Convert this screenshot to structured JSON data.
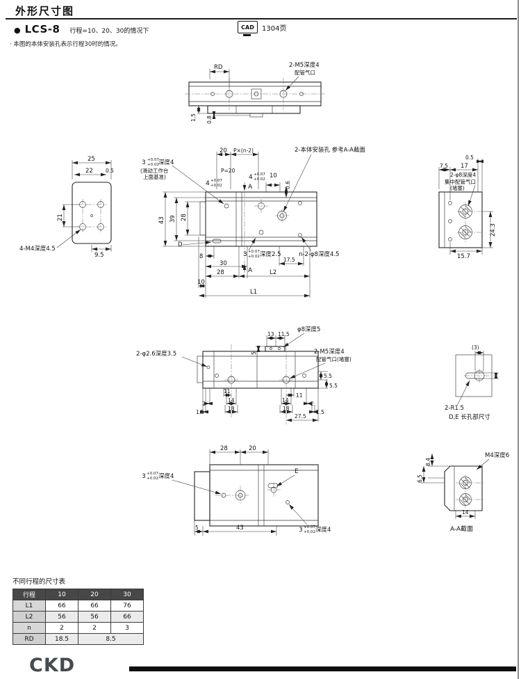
{
  "header": {
    "title": "外形尺寸图",
    "bullet": "●",
    "model": "LCS-8",
    "stroke_note": "行程=10、20、30的情况下",
    "cad": "CAD",
    "cad_page": "1304页",
    "note": "· 本图的本体安装孔表示行程30时的情况。"
  },
  "d1": {
    "rd": "RD",
    "c1": "2-M5深度4",
    "c2": "配管气口",
    "v15": "1.5",
    "v08": "0.8"
  },
  "d2": {
    "v25": "25",
    "v22": "22",
    "v05": "0.5",
    "v21": "21",
    "callout": "4-M4深度4.5",
    "v95": "9.5"
  },
  "d3": {
    "v20": "20",
    "pitch": "P×(n-2)",
    "t1n": "3",
    "t1a": "+0.07",
    "t1b": "+0.02",
    "t1s": "深度4",
    "basis1": "(滑动工作台",
    "basis2": "上面基准)",
    "p20": "P=20",
    "t2n": "4",
    "t2a": "+0.07",
    "t2b": "+0.02",
    "t3n": "4",
    "t3a": "+0.07",
    "t3b": "+0.02",
    "v10t": "10",
    "v06": "0.6",
    "a": "A",
    "v43": "43",
    "v39": "39",
    "v28": "28",
    "vD": "D",
    "v8": "8",
    "t4n": "3",
    "t4a": "+0.07",
    "t4b": "+0.02",
    "t4s": "深度2.5",
    "v175": "17.5",
    "v30": "30",
    "v28b": "28",
    "l2": "L2",
    "v10b": "10",
    "l1": "L1",
    "mount": "2-本体安装孔 参考A-A截面",
    "ncall": "n-2-φ8深度4.5"
  },
  "d4": {
    "v05": "0.5",
    "v75": "7.5",
    "v17": "17",
    "c1": "2-φ8深度4",
    "c2": "集中配管气口",
    "c3": "(堵塞)",
    "v243": "24.3",
    "v157": "15.7"
  },
  "d5": {
    "top": "φ8深度5",
    "v13": "13",
    "v115": "11.5",
    "v5": "5",
    "left": "2-φ2.6深度3.5",
    "r1": "2-M5深度4",
    "r2": "配管气口(堵塞)",
    "v55": "5.5",
    "v11": "11",
    "v2": "2",
    "v14": "14",
    "v15": "1.5",
    "v18": "18",
    "v275": "27.5"
  },
  "d6": {
    "v3": "(3)",
    "r": "2-R1.5",
    "cap": "D,E 长孔部尺寸"
  },
  "d7": {
    "v28": "28",
    "v20": "20",
    "t5n": "3",
    "t5a": "+0.07",
    "t5b": "+0.02",
    "t5s": "深度4",
    "e": "E",
    "v5": "5",
    "v43": "43",
    "t6n": "3",
    "t6a": "+0.07",
    "t6b": "+0.02",
    "t6s": "深度4"
  },
  "d8": {
    "v84": "8.4",
    "v65": "6.5",
    "callout": "M4深度6",
    "v14": "14",
    "cap": "A-A截面"
  },
  "table": {
    "title": "不同行程的尺寸表",
    "header": [
      "行程",
      "10",
      "20",
      "30"
    ],
    "rows": [
      {
        "label": "L1",
        "v1": "66",
        "v2": "66",
        "v3": "76"
      },
      {
        "label": "L2",
        "v1": "56",
        "v2": "56",
        "v3": "66"
      },
      {
        "label": "n",
        "v1": "2",
        "v2": "2",
        "v3": "3"
      }
    ],
    "rd_row": {
      "label": "RD",
      "v1": "18.5",
      "v23": "8.5"
    }
  },
  "footer": {
    "logo": "CKD"
  }
}
